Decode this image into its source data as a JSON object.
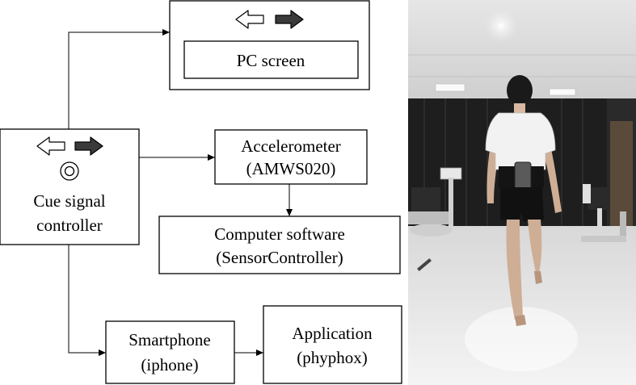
{
  "diagram": {
    "pc_screen": {
      "label": "PC screen"
    },
    "controller": {
      "line1": "Cue signal",
      "line2": "controller"
    },
    "accelerometer": {
      "line1": "Accelerometer",
      "line2": "(AMWS020)"
    },
    "software": {
      "line1": "Computer software",
      "line2": "(SensorController)"
    },
    "smartphone": {
      "line1": "Smartphone",
      "line2": "(iphone)"
    },
    "application": {
      "line1": "Application",
      "line2": "(phyphox)"
    }
  },
  "icons": {
    "left_arrow": "left-arrow-outline-icon",
    "right_arrow": "right-arrow-filled-icon",
    "button": "concentric-circle-button-icon"
  },
  "colors": {
    "stroke": "#000000",
    "filled_arrow": "#3a3a3a",
    "background": "#ffffff"
  },
  "photo": {
    "subject": "person-walking-with-waist-belt-sensor",
    "grayscale": true
  }
}
